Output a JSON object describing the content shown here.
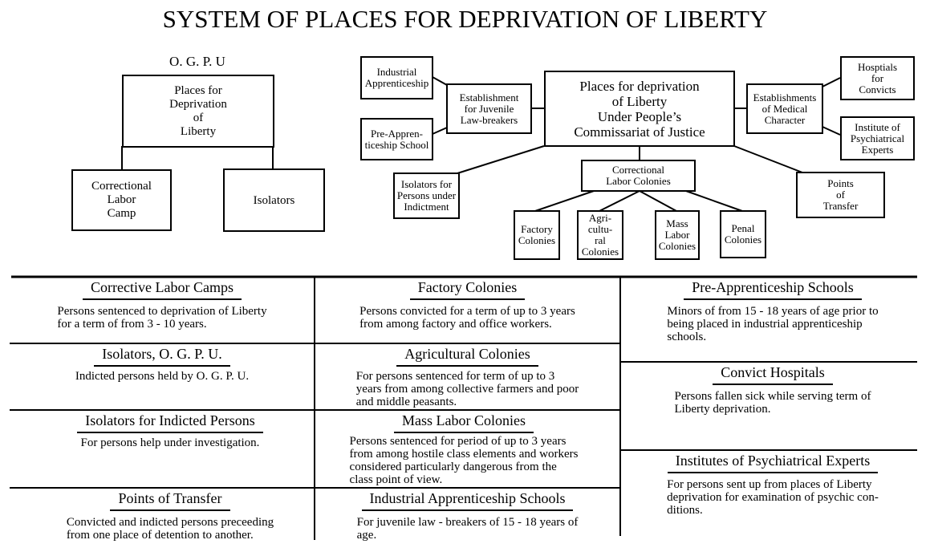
{
  "title": "SYSTEM OF PLACES FOR DEPRIVATION OF LIBERTY",
  "ogpu": {
    "label": "O. G. P. U",
    "root": "Places for\nDeprivation\nof\nLiberty",
    "children": [
      "Correctional\nLabor\nCamp",
      "Isolators"
    ]
  },
  "npcj": {
    "root": "Places for deprivation\nof Liberty\nUnder People’s\nCommissariat of Justice",
    "juvenile": "Establishment\nfor Juvenile\nLaw-breakers",
    "industrial": "Industrial\nApprenticeship",
    "pre_app": "Pre-Appren-\nticeship School",
    "medical": "Establishments\nof Medical\nCharacter",
    "hospitals": "Hosptials\nfor\nConvicts",
    "institute": "Institute of\nPsychiatrical\nExperts",
    "isolators": "Isolators for\nPersons under\nIndictment",
    "colonies": "Correctional\nLabor Colonies",
    "transfer": "Points\nof\nTransfer",
    "factory": "Factory\nColonies",
    "agri": "Agri-\ncultu-\nral\nColonies",
    "mass": "Mass\nLabor\nColonies",
    "penal": "Penal\nColonies"
  },
  "table": [
    {
      "h": "Corrective Labor Camps",
      "b": "Persons sentenced to deprivation of Liberty\nfor a term of from 3 - 10 years."
    },
    {
      "h": "Isolators, O. G. P. U.",
      "b": "Indicted persons held by O. G. P. U."
    },
    {
      "h": "Isolators for Indicted Persons",
      "b": "For persons help under investigation."
    },
    {
      "h": "Points of Transfer",
      "b": "Convicted and indicted persons preceeding\nfrom one place of detention to another."
    },
    {
      "h": "Factory Colonies",
      "b": "Persons convicted for a term of up to 3 years\nfrom among factory and office workers."
    },
    {
      "h": "Agricultural Colonies",
      "b": "For persons sentenced for term of up to 3\nyears from among collective farmers and poor\nand middle peasants."
    },
    {
      "h": "Mass Labor Colonies",
      "b": "Persons sentenced for period of up to 3 years\nfrom among hostile class elements and workers\nconsidered particularly dangerous from the\nclass point of view."
    },
    {
      "h": "Industrial Apprenticeship Schools",
      "b": "For juvenile law - breakers of 15 - 18 years of\nage."
    },
    {
      "h": "Pre-Apprenticeship Schools",
      "b": "Minors of from 15 - 18 years of age prior to\nbeing placed in industrial apprenticeship\nschools."
    },
    {
      "h": "Convict Hospitals",
      "b": "Persons fallen sick while serving term of\nLiberty deprivation."
    },
    {
      "h": "Institutes of Psychiatrical Experts",
      "b": "For persons sent up from places of Liberty\ndeprivation for examination of psychic con-\nditions."
    }
  ]
}
